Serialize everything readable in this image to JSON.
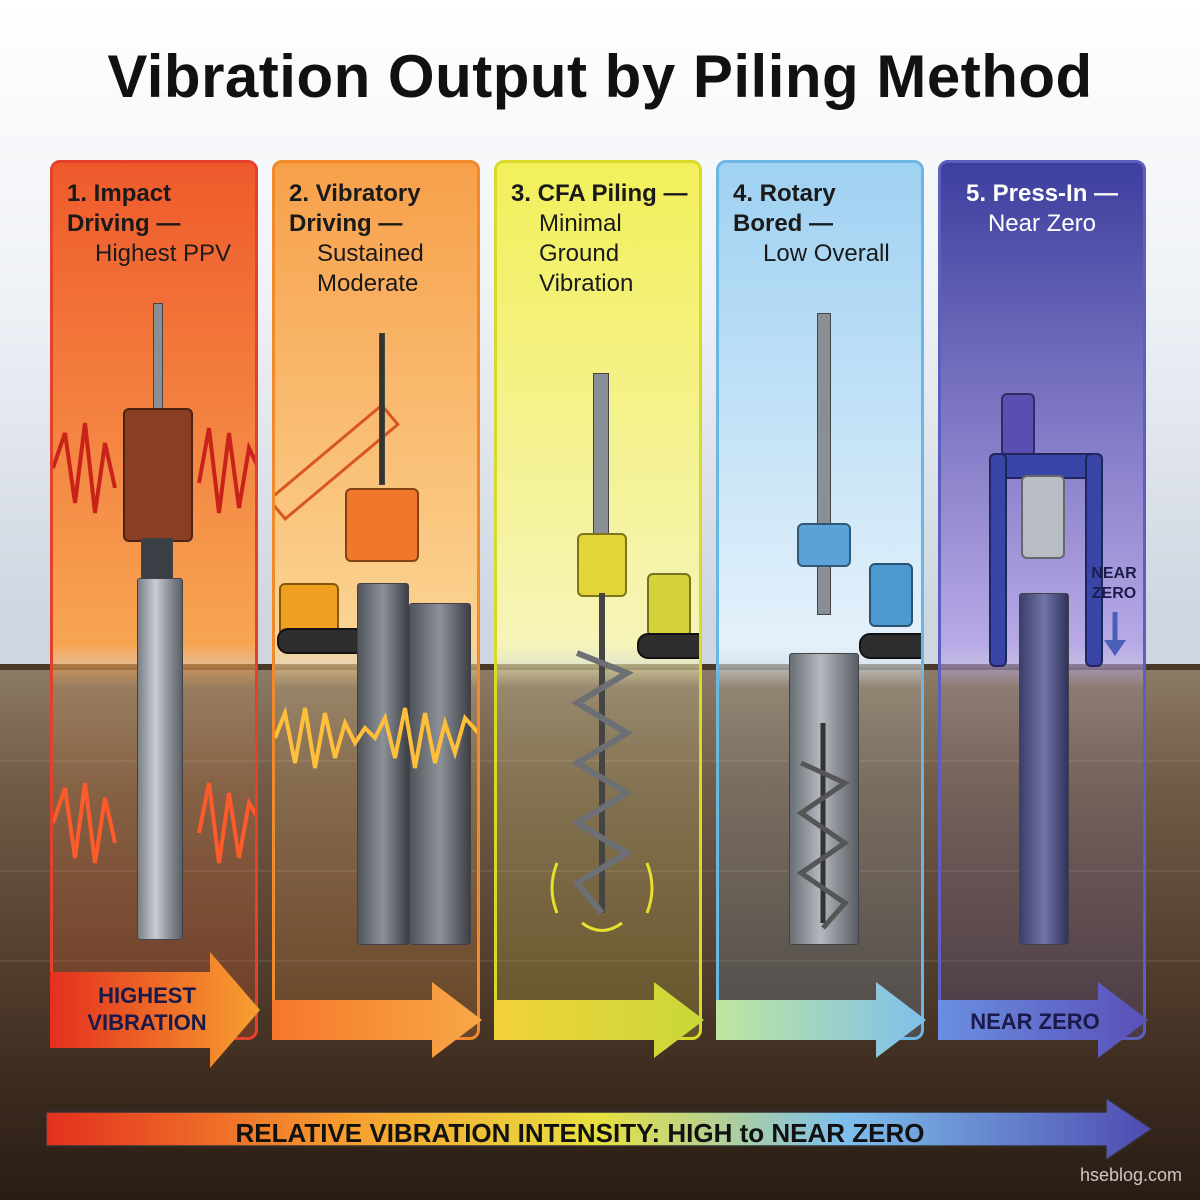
{
  "title": "Vibration Output by Piling Method",
  "panels": [
    {
      "label": "1. Impact Driving —",
      "sub": "Highest PPV",
      "arrow_text": "HIGHEST VIBRATION",
      "color": "#e3412a"
    },
    {
      "label": "2. Vibratory Driving —",
      "sub": "Sustained Moderate",
      "arrow_text": "",
      "color": "#f08a2b"
    },
    {
      "label": "3. CFA Piling —",
      "sub": "Minimal Ground Vibration",
      "arrow_text": "",
      "color": "#d9d92a"
    },
    {
      "label": "4. Rotary Bored —",
      "sub": "Low Overall",
      "arrow_text": "",
      "color": "#6cb6e6"
    },
    {
      "label": "5. Press-In —",
      "sub": "Near Zero",
      "arrow_text": "NEAR ZERO",
      "color": "#5d5fc0"
    }
  ],
  "near_zero_tag": "NEAR ZERO",
  "scale_label": "RELATIVE VIBRATION INTENSITY: HIGH to NEAR ZERO",
  "credit": "hseblog.com"
}
